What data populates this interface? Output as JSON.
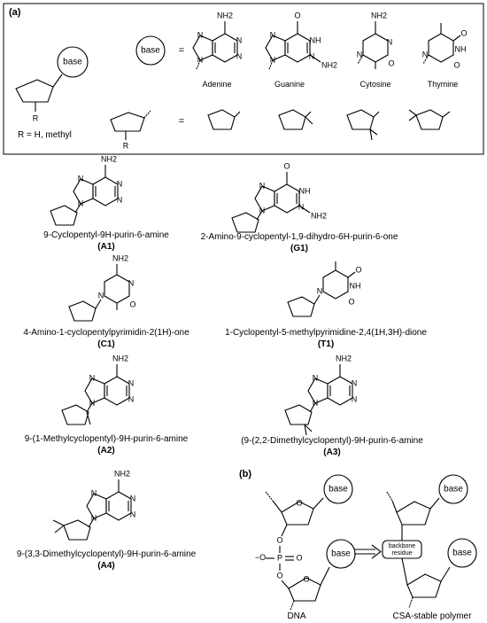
{
  "panel_a": {
    "label": "(a)",
    "base_word": "base",
    "equals": "=",
    "r_group": "R",
    "r_definition": "R = H, methyl",
    "nucleobases": [
      "Adenine",
      "Guanine",
      "Cytosine",
      "Thymine"
    ]
  },
  "compounds": [
    {
      "name": "9-Cyclopentyl-9H-purin-6-amine",
      "code": "A1"
    },
    {
      "name": "2-Amino-9-cyclopentyl-1,9-dihydro-6H-purin-6-one",
      "code": "G1"
    },
    {
      "name": "4-Amino-1-cyclopentylpyrimidin-2(1H)-one",
      "code": "C1"
    },
    {
      "name": "1-Cyclopentyl-5-methylpyrimidine-2,4(1H,3H)-dione",
      "code": "T1"
    },
    {
      "name": "9-(1-Methylcyclopentyl)-9H-purin-6-amine",
      "code": "A2"
    },
    {
      "name": "(9-(2,2-Dimethylcyclopentyl)-9H-purin-6-amine",
      "code": "A3"
    },
    {
      "name": "9-(3,3-Dimethylcyclopentyl)-9H-purin-6-amine",
      "code": "A4"
    }
  ],
  "panel_b": {
    "label": "(b)",
    "base_word": "base",
    "left_caption": "DNA",
    "right_caption": "CSA-stable polymer",
    "backbone_line1": "backbone",
    "backbone_line2": "residue",
    "phosphate": {
      "o1": "O",
      "o_minus": "O",
      "p": "P",
      "o_double": "O",
      "o2": "O",
      "minus": "−"
    }
  },
  "atoms": {
    "N": "N",
    "NH": "NH",
    "NH2": "NH2",
    "O": "O"
  }
}
